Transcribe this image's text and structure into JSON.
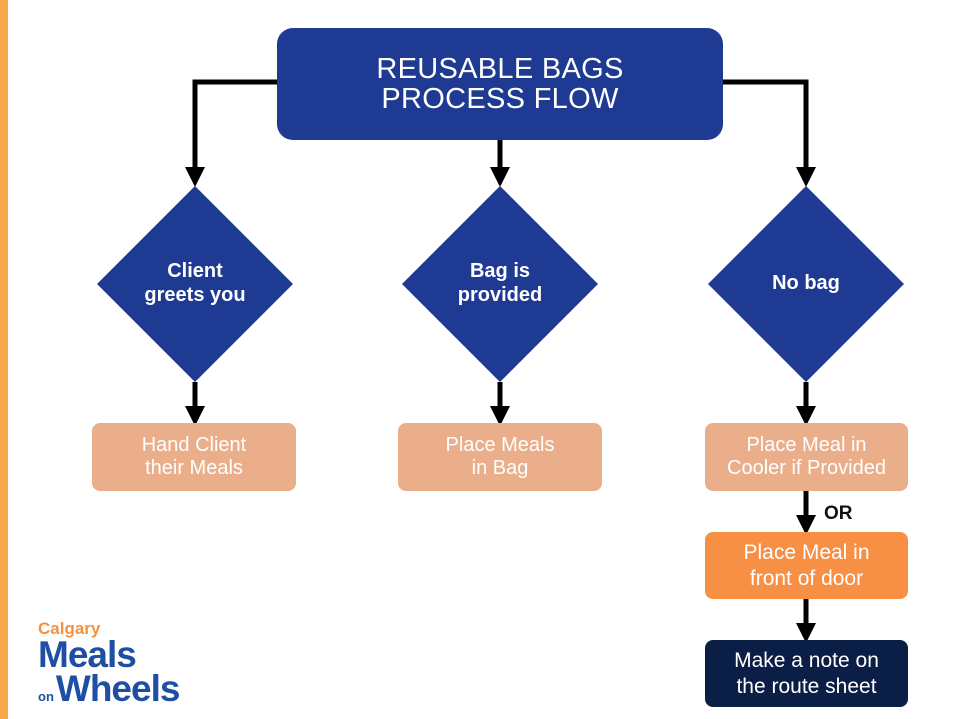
{
  "colors": {
    "navy": "#1f3a93",
    "soft_peach": "#eaae8a",
    "orange": "#f78f45",
    "dark_navy": "#0b1e45",
    "accent_strip": "#f6a74a",
    "arrow": "#000000",
    "logo_orange": "#f5913e",
    "logo_blue": "#1f4fa3"
  },
  "title": "REUSABLE BAGS\nPROCESS FLOW",
  "decisions": [
    {
      "label": "Client\ngreets you"
    },
    {
      "label": "Bag is\nprovided"
    },
    {
      "label": "No bag"
    }
  ],
  "actions": [
    {
      "label": "Hand Client\ntheir Meals"
    },
    {
      "label": "Place Meals\nin Bag"
    },
    {
      "label": "Place Meal in\nCooler if Provided"
    }
  ],
  "or_label": "OR",
  "alt_action": "Place Meal in\nfront of door",
  "final_action": "Make a note on\nthe route sheet",
  "logo": {
    "city": "Calgary",
    "line1": "Meals",
    "line2_small": "on",
    "line2": "Wheels"
  },
  "edges": [
    {
      "from": "title",
      "to": "decision-1"
    },
    {
      "from": "title",
      "to": "decision-2"
    },
    {
      "from": "title",
      "to": "decision-3"
    },
    {
      "from": "decision-1",
      "to": "action-1"
    },
    {
      "from": "decision-2",
      "to": "action-2"
    },
    {
      "from": "decision-3",
      "to": "action-3"
    },
    {
      "from": "action-3",
      "to": "alt-action",
      "label": "OR"
    },
    {
      "from": "alt-action",
      "to": "final-action"
    }
  ]
}
